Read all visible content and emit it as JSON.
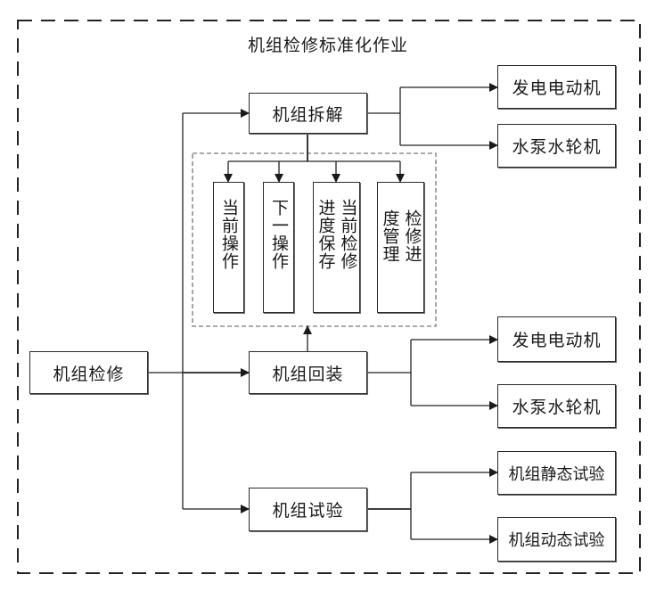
{
  "title": "机组检修标准化作业",
  "root": {
    "label": "机组检修"
  },
  "stages": [
    {
      "id": "disassembly",
      "label": "机组拆解",
      "targets": [
        "发电电动机",
        "水泵水轮机"
      ]
    },
    {
      "id": "reassembly",
      "label": "机组回装",
      "targets": [
        "发电电动机",
        "水泵水轮机"
      ]
    },
    {
      "id": "testing",
      "label": "机组试验",
      "targets": [
        "机组静态试验",
        "机组动态试验"
      ]
    }
  ],
  "operations": [
    {
      "id": "current-op",
      "columns": [
        "当前操作"
      ]
    },
    {
      "id": "next-op",
      "columns": [
        "下一操作"
      ]
    },
    {
      "id": "save-progress",
      "columns": [
        "当前检修",
        "进度保存"
      ]
    },
    {
      "id": "progress-mgmt",
      "columns": [
        "检修进",
        "度管理"
      ]
    }
  ]
}
